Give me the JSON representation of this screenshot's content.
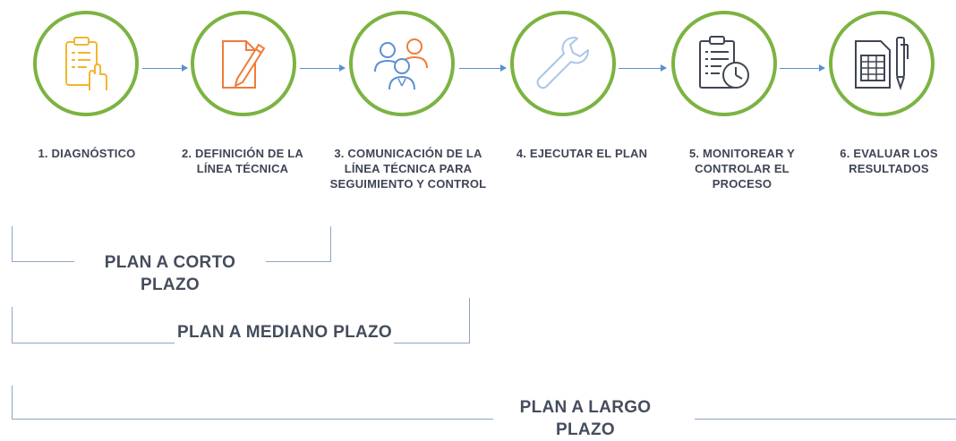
{
  "steps": [
    {
      "label": "1. DIAGNÓSTICO",
      "icon": "clipboard-hand-icon",
      "color": "#f3b52f"
    },
    {
      "label": "2. DEFINICIÓN DE LA LÍNEA TÉCNICA",
      "icon": "document-pencil-icon",
      "color": "#f07b3a"
    },
    {
      "label": "3. COMUNICACIÓN DE LA LÍNEA TÉCNICA PARA SEGUIMIENTO Y CONTROL",
      "icon": "team-people-icon",
      "color": "#5b8fd4"
    },
    {
      "label": "4. EJECUTAR EL PLAN",
      "icon": "wrench-icon",
      "color": "#a8c6ea"
    },
    {
      "label": "5. MONITOREAR Y CONTROLAR EL PROCESO",
      "icon": "checklist-clock-icon",
      "color": "#3f4554"
    },
    {
      "label": "6. EVALUAR LOS RESULTADOS",
      "icon": "spreadsheet-pen-icon",
      "color": "#3f4554"
    }
  ],
  "plans": {
    "short": "PLAN A CORTO PLAZO",
    "medium": "PLAN A MEDIANO PLAZO",
    "long": "PLAN A LARGO PLAZO"
  },
  "colors": {
    "circle_border": "#7cb342",
    "arrow": "#5b8fd4",
    "bracket": "#8fa4c4",
    "text": "#3f4554"
  }
}
